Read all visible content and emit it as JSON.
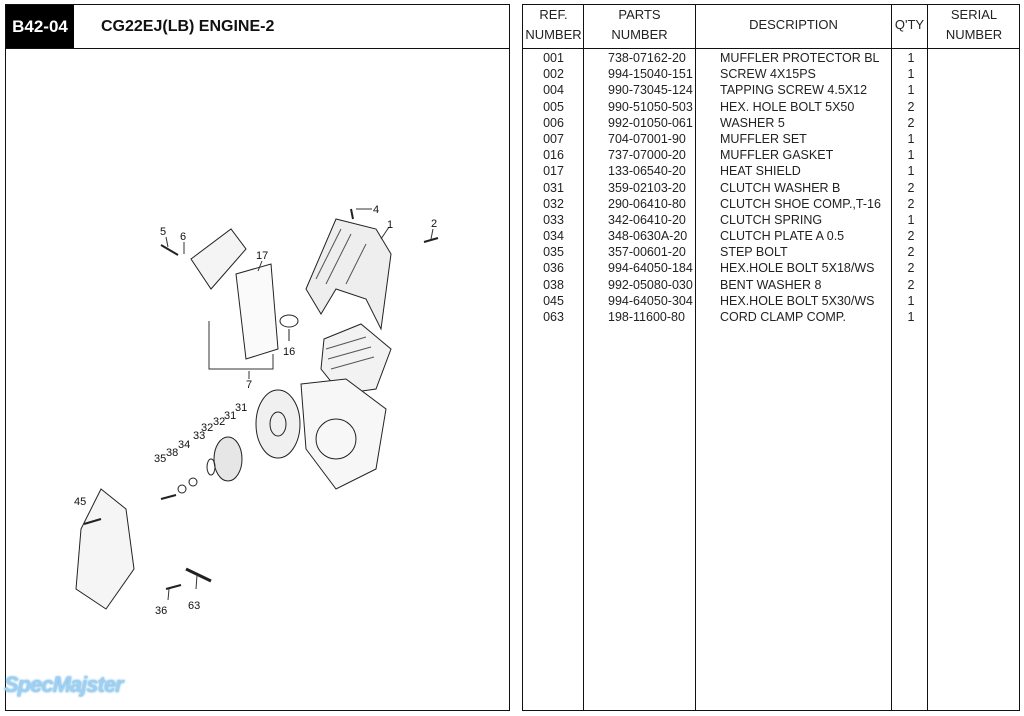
{
  "header": {
    "code": "B42-04",
    "title": "CG22EJ(LB) ENGINE-2"
  },
  "diagram": {
    "callouts": [
      "4",
      "1",
      "2",
      "5",
      "6",
      "17",
      "16",
      "7",
      "31",
      "31",
      "32",
      "32",
      "33",
      "34",
      "38",
      "35",
      "45",
      "36",
      "63"
    ]
  },
  "watermark": "SpecMajster",
  "table": {
    "headers": {
      "ref": [
        "REF.",
        "NUMBER"
      ],
      "parts": [
        "PARTS",
        "NUMBER"
      ],
      "description": "DESCRIPTION",
      "qty": "Q'TY",
      "serial": [
        "SERIAL",
        "NUMBER"
      ]
    },
    "rows": [
      {
        "ref": "001",
        "part": "738-07162-20",
        "desc": "MUFFLER PROTECTOR BL",
        "qty": "1"
      },
      {
        "ref": "002",
        "part": "994-15040-151",
        "desc": "SCREW 4X15PS",
        "qty": "1"
      },
      {
        "ref": "004",
        "part": "990-73045-124",
        "desc": "TAPPING SCREW 4.5X12",
        "qty": "1"
      },
      {
        "ref": "005",
        "part": "990-51050-503",
        "desc": "HEX. HOLE BOLT 5X50",
        "qty": "2"
      },
      {
        "ref": "006",
        "part": "992-01050-061",
        "desc": "WASHER 5",
        "qty": "2"
      },
      {
        "ref": "007",
        "part": "704-07001-90",
        "desc": "MUFFLER SET",
        "qty": "1"
      },
      {
        "ref": "016",
        "part": "737-07000-20",
        "desc": "MUFFLER GASKET",
        "qty": "1"
      },
      {
        "ref": "017",
        "part": "133-06540-20",
        "desc": "HEAT SHIELD",
        "qty": "1"
      },
      {
        "ref": "031",
        "part": "359-02103-20",
        "desc": "CLUTCH WASHER B",
        "qty": "2"
      },
      {
        "ref": "032",
        "part": "290-06410-80",
        "desc": "CLUTCH SHOE COMP.,T-16",
        "qty": "2"
      },
      {
        "ref": "033",
        "part": "342-06410-20",
        "desc": "CLUTCH SPRING",
        "qty": "1"
      },
      {
        "ref": "034",
        "part": "348-0630A-20",
        "desc": "CLUTCH PLATE A 0.5",
        "qty": "2"
      },
      {
        "ref": "035",
        "part": "357-00601-20",
        "desc": "STEP BOLT",
        "qty": "2"
      },
      {
        "ref": "036",
        "part": "994-64050-184",
        "desc": "HEX.HOLE BOLT 5X18/WS",
        "qty": "2"
      },
      {
        "ref": "038",
        "part": "992-05080-030",
        "desc": "BENT WASHER 8",
        "qty": "2"
      },
      {
        "ref": "045",
        "part": "994-64050-304",
        "desc": "HEX.HOLE BOLT 5X30/WS",
        "qty": "1"
      },
      {
        "ref": "063",
        "part": "198-11600-80",
        "desc": "CORD CLAMP COMP.",
        "qty": "1"
      }
    ]
  }
}
